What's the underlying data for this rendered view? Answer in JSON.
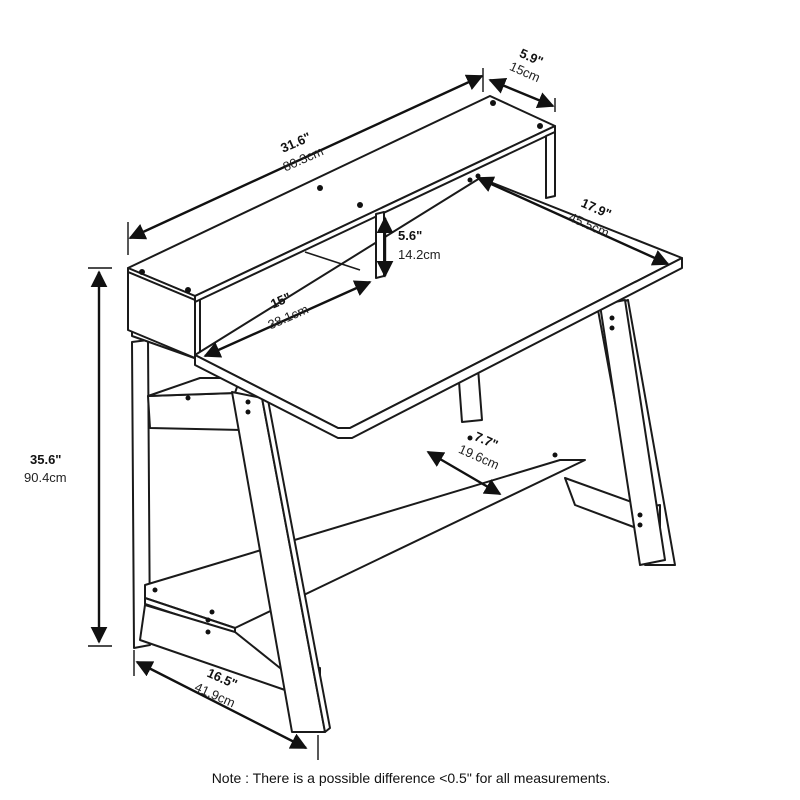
{
  "dimensions": {
    "hutch_width": {
      "imperial": "31.6\"",
      "metric": "80.3cm"
    },
    "hutch_depth": {
      "imperial": "5.9\"",
      "metric": "15cm"
    },
    "desk_depth": {
      "imperial": "17.9\"",
      "metric": "45.5cm"
    },
    "hutch_height": {
      "imperial": "5.6\"",
      "metric": "14.2cm"
    },
    "hutch_opening": {
      "imperial": "15\"",
      "metric": "38.1cm"
    },
    "total_height": {
      "imperial": "35.6\"",
      "metric": "90.4cm"
    },
    "shelf_depth": {
      "imperial": "7.7\"",
      "metric": "19.6cm"
    },
    "base_depth": {
      "imperial": "16.5\"",
      "metric": "41.9cm"
    }
  },
  "note": "Note : There is a possible difference <0.5\" for all measurements.",
  "colors": {
    "line": "#1a1a1a",
    "background": "#ffffff"
  }
}
